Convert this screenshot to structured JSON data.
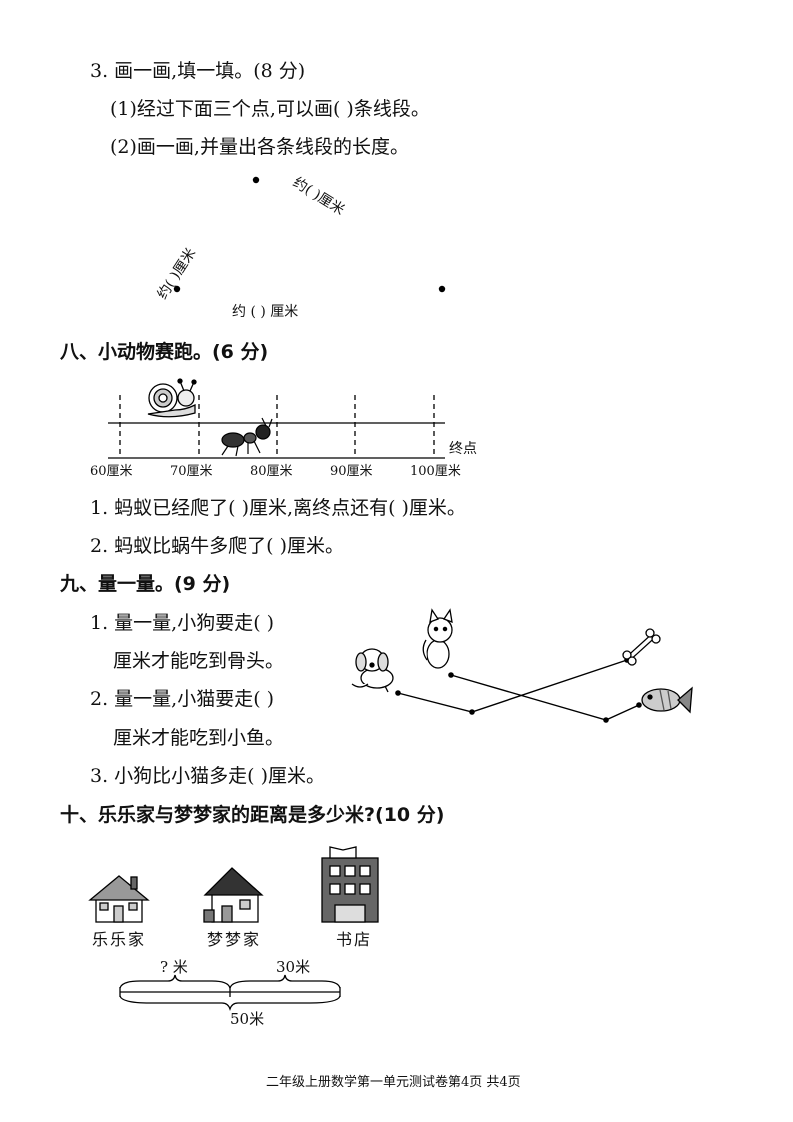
{
  "q3": {
    "title": "3. 画一画,填一填。(8 分)",
    "sub1": "(1)经过下面三个点,可以画(      )条线段。",
    "sub2": "(2)画一画,并量出各条线段的长度。",
    "label_left": "约(      )厘米",
    "label_right": "约(      )厘米",
    "label_bottom": "约 (        ) 厘米"
  },
  "s8": {
    "title": "八、小动物赛跑。(6 分)",
    "finish": "终点",
    "ticks": [
      "60厘米",
      "70厘米",
      "80厘米",
      "90厘米",
      "100厘米"
    ],
    "q1": "1. 蚂蚁已经爬了(        )厘米,离终点还有(        )厘米。",
    "q2": "2. 蚂蚁比蜗牛多爬了(        )厘米。"
  },
  "s9": {
    "title": "九、量一量。(9 分)",
    "q1a": "1. 量一量,小狗要走(        )",
    "q1b": "厘米才能吃到骨头。",
    "q2a": "2. 量一量,小猫要走(        )",
    "q2b": "厘米才能吃到小鱼。",
    "q3": "3. 小狗比小猫多走(        )厘米。"
  },
  "s10": {
    "title": "十、乐乐家与梦梦家的距离是多少米?(10 分)",
    "places": [
      "乐乐家",
      "梦梦家",
      "书店"
    ],
    "unknown": "? 米",
    "known": "30米",
    "total": "50米"
  },
  "footer": "二年级上册数学第一单元测试卷第4页  共4页"
}
